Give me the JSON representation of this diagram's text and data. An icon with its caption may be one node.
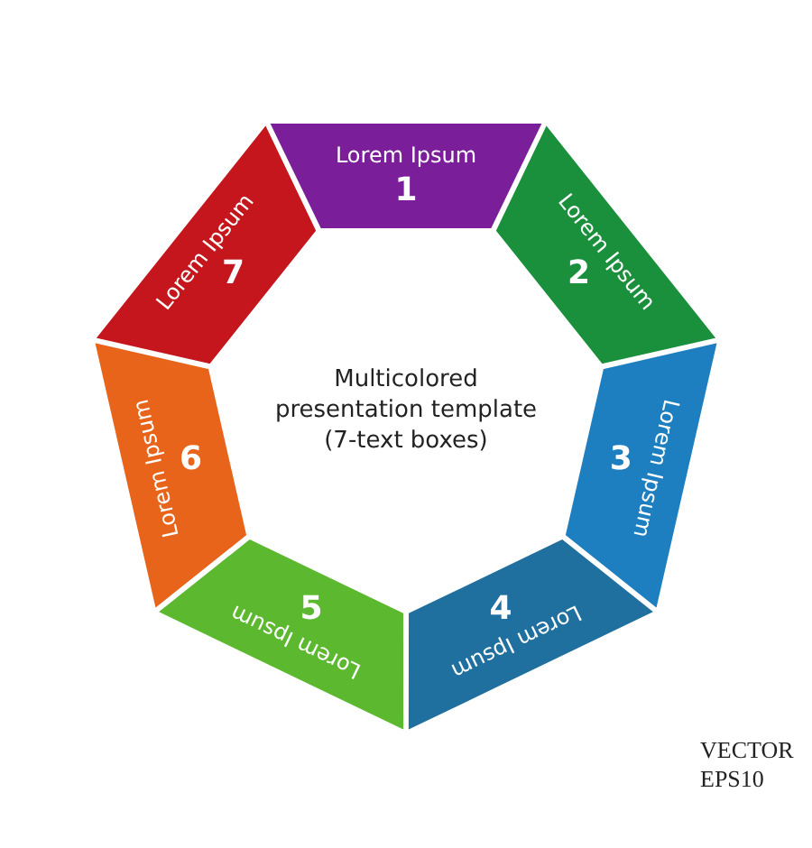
{
  "diagram": {
    "nodes": [
      {
        "text": [
          "Lorem Ipsum",
          "1"
        ]
      },
      {
        "text": [
          "Lorem Ipsum",
          "2"
        ]
      },
      {
        "text": [
          "Lorem Ipsum",
          "3"
        ]
      },
      {
        "text": [
          "Lorem Ipsum",
          "4"
        ]
      },
      {
        "text": [
          "Lorem Ipsum",
          "5"
        ]
      },
      {
        "text": [
          "Lorem Ipsum",
          "6"
        ]
      },
      {
        "text": [
          "Lorem Ipsum",
          "7"
        ]
      }
    ],
    "labels": [
      "Multicolored presentation template (7-text boxes)",
      "VECTOR EPS10"
    ]
  }
}
